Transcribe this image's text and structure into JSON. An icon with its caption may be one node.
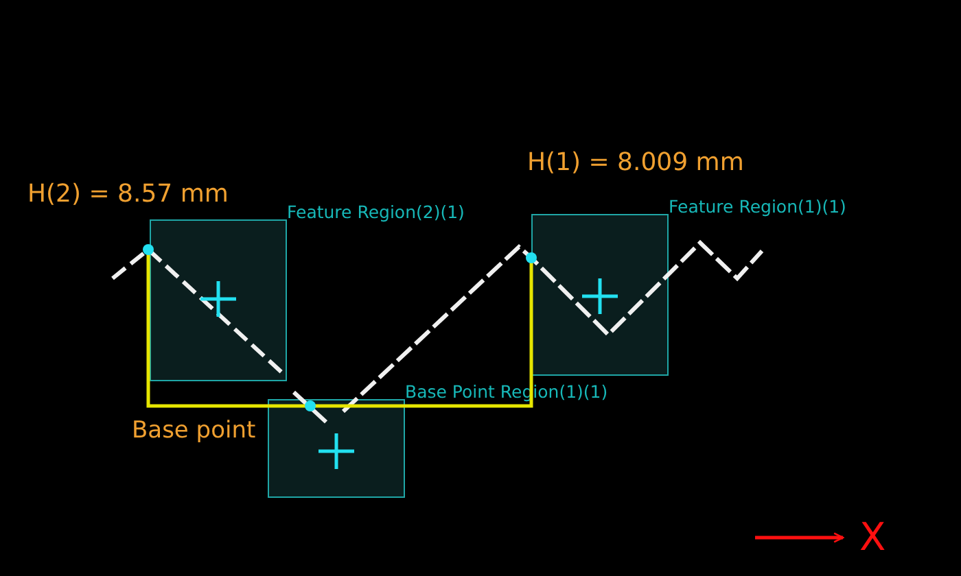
{
  "diagram": {
    "nodes": [
      {
        "text": [
          "Feature Region(2)(1)"
        ]
      },
      {
        "text": [
          "Base Point Region(1)(1)"
        ]
      },
      {
        "text": [
          "Feature Region(1)(1)"
        ]
      }
    ],
    "labels": [
      "H(1) = 8.009 mm",
      "H(2) = 8.57 mm",
      "Base point",
      "X"
    ]
  }
}
